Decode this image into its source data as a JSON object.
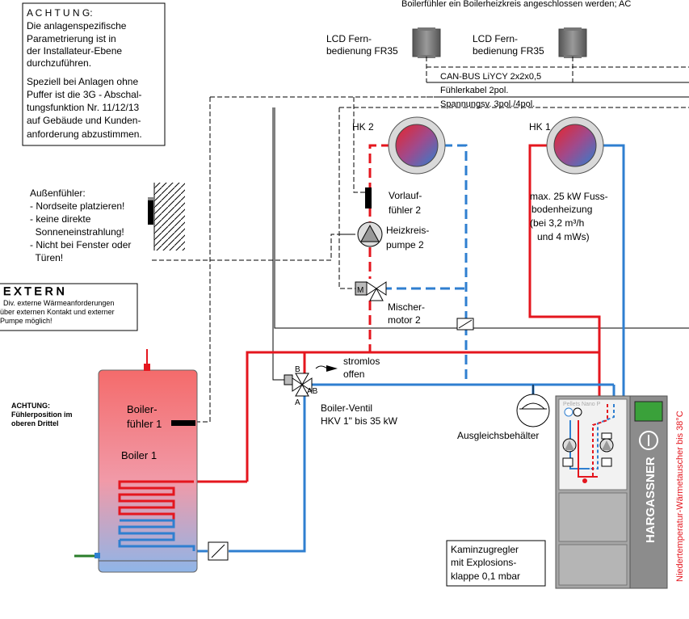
{
  "top_note": "Boilerfühler ein Boilerheizkreis angeschlossen werden; AC",
  "achtung_box": {
    "lines1": [
      "A C H T U N G:",
      "Die anlagenspezifische",
      "Parametrierung ist in",
      "der Installateur-Ebene",
      "durchzuführen."
    ],
    "lines2": [
      "Speziell bei Anlagen ohne",
      "Puffer ist die 3G - Abschal-",
      "tungsfunktion Nr. 11/12/13",
      "auf Gebäude und Kunden-",
      "anforderung abzustimmen."
    ]
  },
  "fr35_left": [
    "LCD Fern-",
    "bedienung FR35"
  ],
  "fr35_right": [
    "LCD Fern-",
    "bedienung FR35"
  ],
  "cable_labels": [
    "CAN-BUS LiYCY 2x2x0,5",
    "Fühlerkabel 2pol.",
    "Spannungsv. 3pol./4pol."
  ],
  "aussen": [
    "Außenfühler:",
    "- Nordseite platzieren!",
    "- keine direkte",
    "  Sonneneinstrahlung!",
    "- Nicht bei Fenster oder",
    "  Türen!"
  ],
  "extern": {
    "title": "E X T E R N",
    "lines": [
      "Div. externe Wärmeanforderungen",
      "über externen Kontakt und externer",
      "Pumpe möglich!"
    ]
  },
  "hk2": "HK 2",
  "hk1": "HK 1",
  "vorlauf": [
    "Vorlauf-",
    "fühler 2"
  ],
  "pumpe": [
    "Heizkreis-",
    "pumpe 2"
  ],
  "mischer": [
    "Mischer-",
    "motor 2"
  ],
  "pump_m": "M",
  "fussboden": [
    "max. 25 kW Fuss-",
    "bodenheizung",
    "(bei 3,2 m³/h",
    "und 4 mWs)"
  ],
  "stromlos": [
    "stromlos",
    "offen"
  ],
  "valve_ports": {
    "b": "B",
    "a": "A",
    "ab": "AB"
  },
  "boiler_ventil": [
    "Boiler-Ventil",
    "HKV 1\" bis 35 kW"
  ],
  "achtung_boiler": [
    "ACHTUNG:",
    "Fühlerposition im",
    "oberen Drittel"
  ],
  "boilerfuehler": [
    "Boiler-",
    "fühler 1"
  ],
  "boiler1": "Boiler 1",
  "ausgleich": "Ausgleichsbehälter",
  "kamin": [
    "Kaminzugregler",
    "mit Explosions-",
    "klappe 0,1 mbar"
  ],
  "unit_panel": "Pellets Nano P",
  "brand": "HARGASSNER",
  "side_text": "Niedertemperatur-Wärmetauscher bis 38°C",
  "colors": {
    "red": "#e4161e",
    "blue": "#2f7fd0",
    "unit": "#a6a6a6"
  }
}
